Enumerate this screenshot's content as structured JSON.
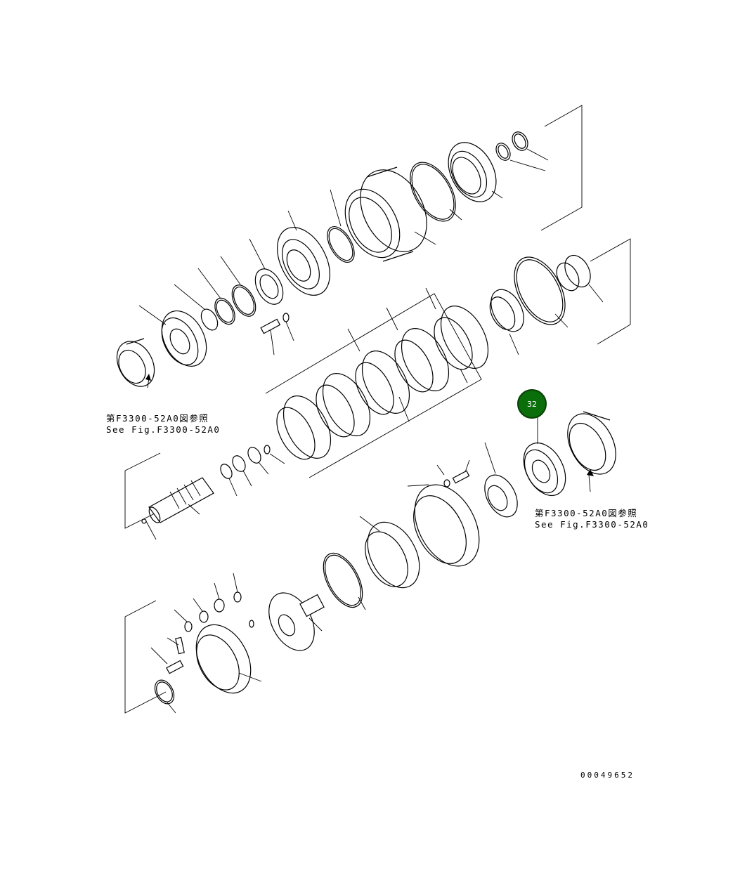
{
  "diagram": {
    "ref_note_left": {
      "jp": "第F3300-52A0図参照",
      "en": "See Fig.F3300-52A0"
    },
    "ref_note_right": {
      "jp": "第F3300-52A0図参照",
      "en": "See Fig.F3300-52A0"
    },
    "highlighted_part": {
      "number": "32",
      "color": "#0a6e0a"
    },
    "drawing_code": "00049652"
  }
}
